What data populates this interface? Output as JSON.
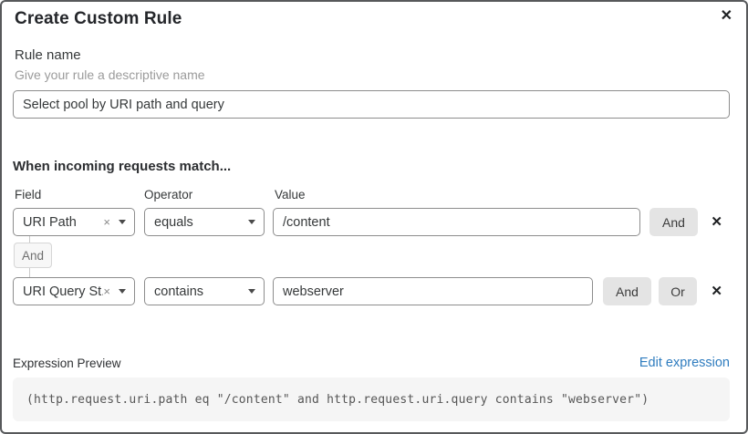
{
  "dialog": {
    "title": "Create Custom Rule",
    "close_icon": "✕"
  },
  "rule_name": {
    "label": "Rule name",
    "hint": "Give your rule a descriptive name",
    "value": "Select pool by URI path and query"
  },
  "match_section": {
    "heading": "When incoming requests match...",
    "column_labels": {
      "field": "Field",
      "operator": "Operator",
      "value": "Value"
    },
    "connector_label": "And",
    "clear_icon": "×",
    "delete_icon": "✕",
    "rows": [
      {
        "field": "URI Path",
        "operator": "equals",
        "value": "/content",
        "and_label": "And"
      },
      {
        "field": "URI Query St...",
        "operator": "contains",
        "value": "webserver",
        "and_label": "And",
        "or_label": "Or"
      }
    ]
  },
  "expression_preview": {
    "label": "Expression Preview",
    "edit_link": "Edit expression",
    "expression": "(http.request.uri.path eq \"/content\" and http.request.uri.query contains \"webserver\")"
  },
  "colors": {
    "link_blue": "#2e7cbf",
    "button_gray": "#e4e4e4",
    "code_background": "#f5f5f5",
    "border_gray": "#8d8d8d"
  }
}
